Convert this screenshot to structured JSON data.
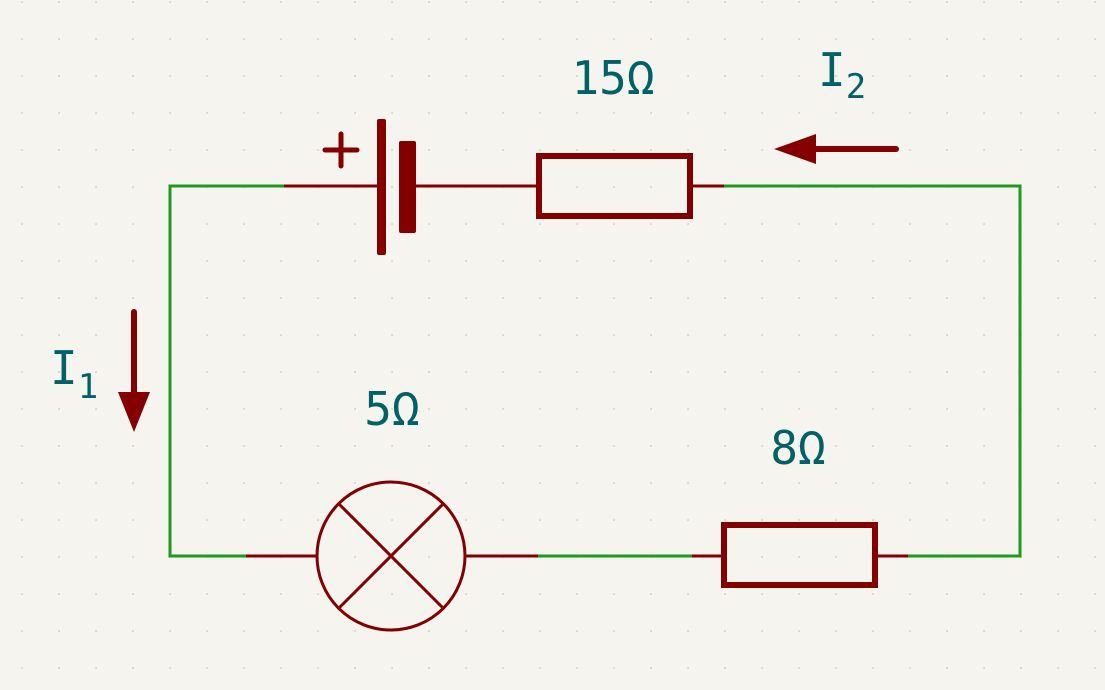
{
  "colors": {
    "background": "#f5f4ef",
    "grid_dot": "#c9c9c4",
    "wire": "#1f9a1f",
    "component": "#840000",
    "text": "#006266"
  },
  "components": {
    "battery": {
      "polarity_label": "+"
    },
    "resistor_top": {
      "value": "15Ω"
    },
    "resistor_bottom": {
      "value": "8Ω"
    },
    "lamp": {
      "value": "5Ω"
    }
  },
  "currents": {
    "i1": {
      "symbol": "I",
      "subscript": "1",
      "direction": "down"
    },
    "i2": {
      "symbol": "I",
      "subscript": "2",
      "direction": "left"
    }
  }
}
